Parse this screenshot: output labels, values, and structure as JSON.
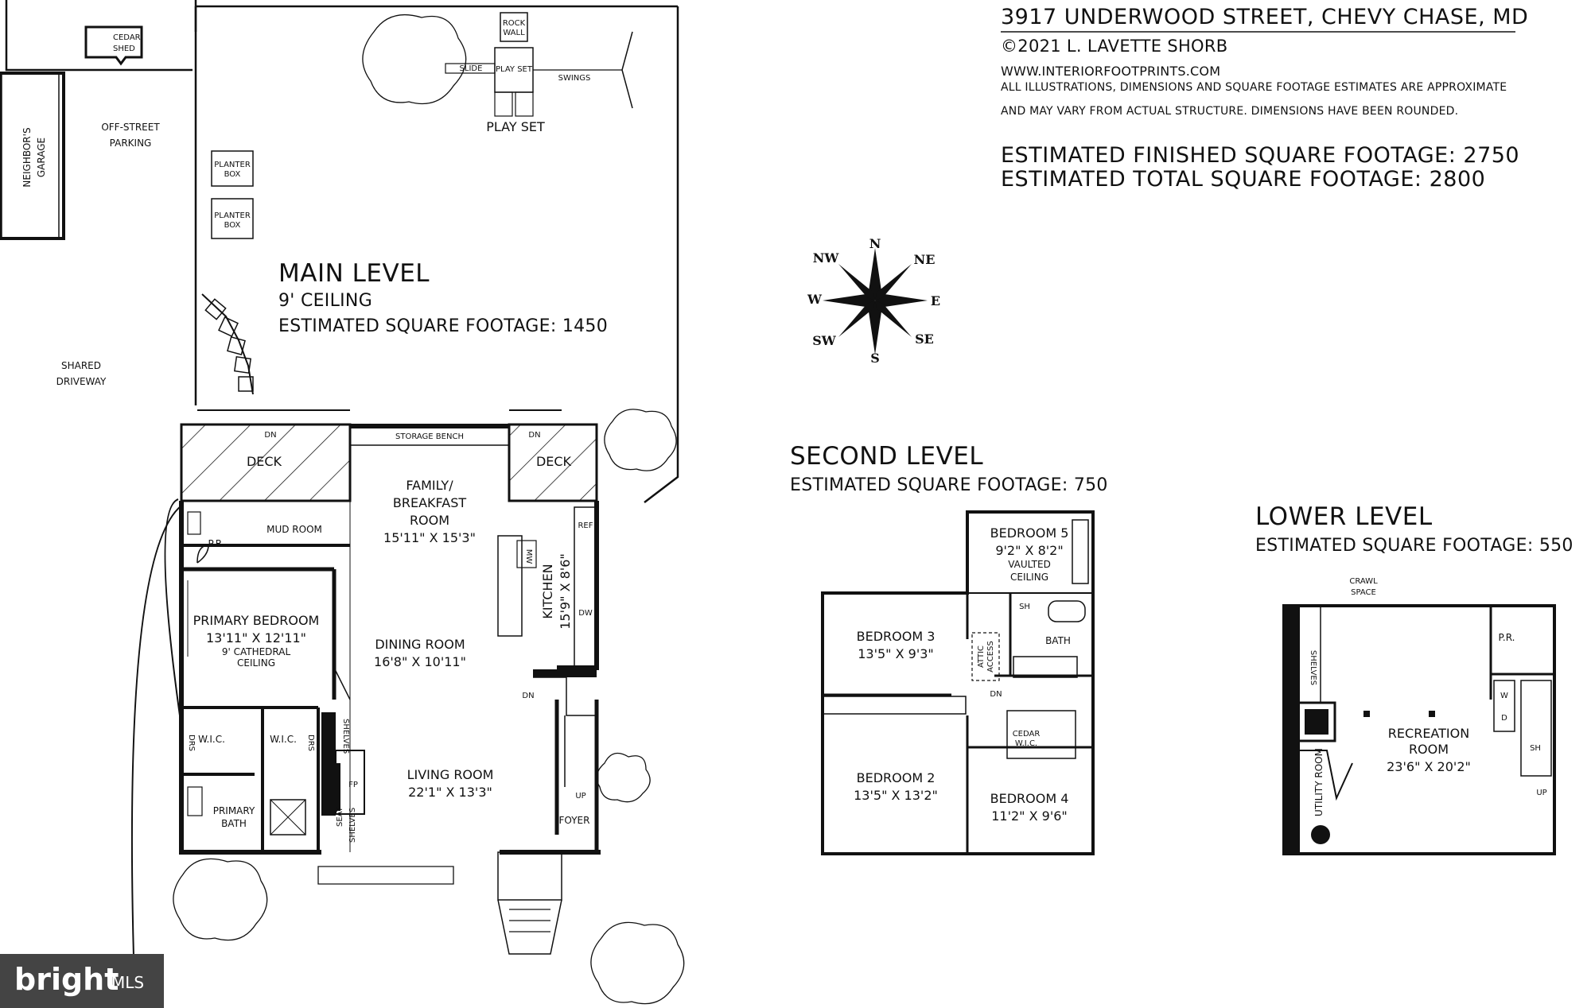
{
  "header": {
    "address": "3917 UNDERWOOD STREET, CHEVY CHASE, MD",
    "copyright": "©2021 L. LAVETTE SHORB",
    "website": "WWW.INTERIORFOOTPRINTS.COM",
    "disclaimer_1": "ALL ILLUSTRATIONS, DIMENSIONS AND SQUARE FOOTAGE ESTIMATES ARE APPROXIMATE",
    "disclaimer_2": "AND MAY VARY FROM ACTUAL STRUCTURE. DIMENSIONS HAVE BEEN ROUNDED.",
    "finished_sqft": "ESTIMATED FINISHED SQUARE FOOTAGE: 2750",
    "total_sqft": "ESTIMATED TOTAL SQUARE FOOTAGE: 2800"
  },
  "compass": {
    "n": "N",
    "ne": "NE",
    "e": "E",
    "se": "SE",
    "s": "S",
    "sw": "SW",
    "w": "W",
    "nw": "NW"
  },
  "main_level": {
    "title": "MAIN LEVEL",
    "ceiling": "9' CEILING",
    "sqft": "ESTIMATED SQUARE FOOTAGE: 1450",
    "site": {
      "cedar_shed_1": "CEDAR",
      "cedar_shed_2": "SHED",
      "neighbor_garage_1": "NEIGHBOR'S",
      "neighbor_garage_2": "GARAGE",
      "parking_1": "OFF-STREET",
      "parking_2": "PARKING",
      "driveway_1": "SHARED",
      "driveway_2": "DRIVEWAY",
      "planter_1": "PLANTER",
      "planter_2": "BOX",
      "rock_1": "ROCK",
      "rock_2": "WALL",
      "slide": "SLIDE",
      "play_set_small": "PLAY SET",
      "swings": "SWINGS",
      "play_set": "PLAY SET"
    },
    "rooms": {
      "deck": "DECK",
      "dn": "DN",
      "up": "UP",
      "storage_bench": "STORAGE BENCH",
      "family_1": "FAMILY/",
      "family_2": "BREAKFAST",
      "family_3": "ROOM",
      "family_dim": "15'11\" X 15'3\"",
      "mud_room": "MUD ROOM",
      "pr": "P.R.",
      "ref": "REF",
      "mw": "MW",
      "dw": "DW",
      "kitchen": "KITCHEN",
      "kitchen_dim": "15'9\" X 8'6\"",
      "primary_bed": "PRIMARY BEDROOM",
      "primary_bed_dim": "13'11\" X 12'11\"",
      "primary_bed_ceil_1": "9' CATHEDRAL",
      "primary_bed_ceil_2": "CEILING",
      "dining": "DINING ROOM",
      "dining_dim": "16'8\" X 10'11\"",
      "wic": "W.I.C.",
      "drs": "DRS",
      "shelves": "SHELVES",
      "seat": "SEAT",
      "fp": "FP",
      "living": "LIVING ROOM",
      "living_dim": "22'1\" X 13'3\"",
      "primary_bath_1": "PRIMARY",
      "primary_bath_2": "BATH",
      "foyer": "FOYER"
    }
  },
  "second_level": {
    "title": "SECOND LEVEL",
    "sqft": "ESTIMATED SQUARE FOOTAGE: 750",
    "rooms": {
      "bed5": "BEDROOM 5",
      "bed5_dim": "9'2\" X 8'2\"",
      "bed5_note_1": "VAULTED",
      "bed5_note_2": "CEILING",
      "bed3": "BEDROOM 3",
      "bed3_dim": "13'5\" X 9'3\"",
      "sh": "SH",
      "bath": "BATH",
      "attic_1": "ATTIC",
      "attic_2": "ACCESS",
      "dn": "DN",
      "cedar_wic_1": "CEDAR",
      "cedar_wic_2": "W.I.C.",
      "bed2": "BEDROOM 2",
      "bed2_dim": "13'5\" X 13'2\"",
      "bed4": "BEDROOM 4",
      "bed4_dim": "11'2\" X 9'6\""
    }
  },
  "lower_level": {
    "title": "LOWER LEVEL",
    "sqft": "ESTIMATED SQUARE FOOTAGE: 550",
    "rooms": {
      "crawl_1": "CRAWL",
      "crawl_2": "SPACE",
      "shelves": "SHELVES",
      "pr": "P.R.",
      "w": "W",
      "d": "D",
      "sh": "SH",
      "rec_1": "RECREATION",
      "rec_2": "ROOM",
      "rec_dim": "23'6\" X 20'2\"",
      "utility": "UTILITY ROOM",
      "up": "UP"
    }
  },
  "brand": {
    "name": "bright",
    "mls": "MLS"
  }
}
